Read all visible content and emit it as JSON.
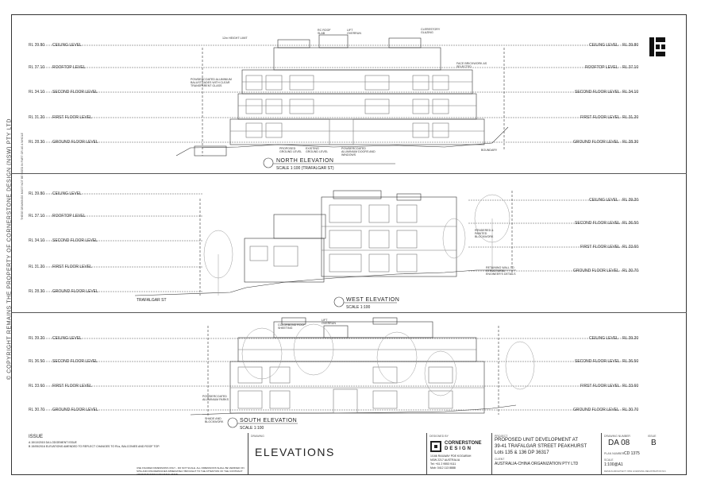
{
  "copyright": "© COPYRIGHT REMAINS THE PROPERTY OF CORNERSTONE DESIGN (NSW) PTY LTD",
  "legal_note": "THESE DRAWINGS MUST NOT BE USED IN PART OR AS A WHOLE",
  "levels_top": [
    {
      "name": "CEILING LEVEL",
      "rl": "RL 39.80"
    },
    {
      "name": "ROOFTOP LEVEL",
      "rl": "RL 37.10"
    },
    {
      "name": "SECOND FLOOR LEVEL",
      "rl": "RL 34.10"
    },
    {
      "name": "FIRST FLOOR LEVEL",
      "rl": "RL 31.20"
    },
    {
      "name": "GROUND FLOOR LEVEL",
      "rl": "RL 28.30"
    }
  ],
  "levels_west_left": [
    {
      "name": "CEILING LEVEL",
      "rl": "RL 39.80"
    },
    {
      "name": "ROOFTOP LEVEL",
      "rl": "RL 37.10"
    },
    {
      "name": "SECOND FLOOR LEVEL",
      "rl": "RL 34.10"
    },
    {
      "name": "FIRST FLOOR LEVEL",
      "rl": "RL 31.20"
    },
    {
      "name": "GROUND FLOOR LEVEL",
      "rl": "RL 28.30"
    }
  ],
  "levels_west_right": [
    {
      "name": "CEILING LEVEL",
      "rl": "RL 39.20"
    },
    {
      "name": "SECOND FLOOR LEVEL",
      "rl": "RL 36.50"
    },
    {
      "name": "FIRST FLOOR LEVEL",
      "rl": "RL 33.60"
    },
    {
      "name": "GROUND FLOOR LEVEL",
      "rl": "RL 30.70"
    }
  ],
  "levels_south": [
    {
      "name": "CEILING LEVEL",
      "rl": "RL 39.20"
    },
    {
      "name": "SECOND FLOOR LEVEL",
      "rl": "RL 36.50"
    },
    {
      "name": "FIRST FLOOR LEVEL",
      "rl": "RL 33.60"
    },
    {
      "name": "GROUND FLOOR LEVEL",
      "rl": "RL 30.70"
    }
  ],
  "north": {
    "title": "NORTH ELEVATION",
    "scale": "SCALE 1:100 (TRAFALGAR ST)"
  },
  "west": {
    "title": "WEST ELEVATION",
    "scale": "SCALE 1:100"
  },
  "south": {
    "title": "SOUTH ELEVATION",
    "scale": "SCALE 1:100"
  },
  "street_label": "TRAFALGAR ST",
  "annotations": {
    "north_a": "POWDERCOATED ALUMINIUM BALUSTRADES WITH CLEAR TRANSPARENT GLASS",
    "north_b": "FACE BRICKWORK AS SELECTED",
    "north_c": "CLERESTORY GLAZING",
    "north_d": "RC ROOF SLAB",
    "north_e": "LIFT OVERRUN",
    "north_f": "PROPOSED GROUND LEVEL",
    "north_g": "EXISTING GROUND LEVEL",
    "north_h": "POWDERCOATED ALUMINIUM DOORS AND WINDOWS",
    "north_i": "BOUNDARY",
    "west_a": "RENDERED & PAINTED BLOCKWORK",
    "west_b": "RETAINING WALL TO STRUCTURAL ENGINEER'S DETAILS",
    "south_a": "COLORBOND ROOF SHEETING",
    "south_b": "LIFT OVERRUN",
    "south_c": "SHADE AND BLOCKWORK",
    "south_d": "POWDERCOATED ALUMINIUM PARKS",
    "height_limit": "12m HEIGHT LIMIT"
  },
  "title_block": {
    "issue_label": "ISSUE",
    "issue_a": "A  15/10/2015  DA LODGEMENT ISSUE",
    "issue_b": "B  15/05/2016  ELEVATIONS AMENDED TO REFLECT CHANGES TO RLs, BALCONIES AND ROOF TOP.",
    "note": "USE FIGURED DIMENSIONS ONLY - DO NOT SCALE. ALL DIMENSIONS SHALL BE VERIFIED ON SITE AND DISCREPANCIES IMMEDIATELY BROUGHT TO THE ATTENTION OF THE CONTRACT ADMINISTRATOR FOR RESOLUTION.",
    "drawing_label": "DRAWING",
    "drawing_title": "ELEVATIONS",
    "designer_label": "DESIGNED BY",
    "company": "CORNERSTONE",
    "company2": "DESIGN",
    "addr1": "1/166 RAILWAY PDE KOGARAH",
    "addr2": "NSW 2217 AUSTRALIA",
    "tel": "Tel: +61 2 9553 9111",
    "mob": "Mob: 0412 113 8888",
    "project_label": "PROJECT",
    "project1": "PROPOSED UNIT DEVELOPMENT AT",
    "project2": "39-41 TRAFALGAR STREET PEAKHURST",
    "project3": "Lots 135 & 136 DP 36317",
    "client_label": "CLIENT",
    "client": "AUSTRALIA-CHINA ORGANIZATION PTY LTD",
    "dwg_no_label": "DRAWING NUMBER",
    "dwg_no": "DA 08",
    "issue_no_label": "ISSUE",
    "issue_no": "B",
    "plan_no_label": "PLAN NUMBER",
    "plan_no": "CD 1375",
    "scale_label": "SCALE",
    "scale": "1:100@A1",
    "footer": "DESIGN ARCHITECT: NSW LICENSING REGISTRATION NO."
  }
}
